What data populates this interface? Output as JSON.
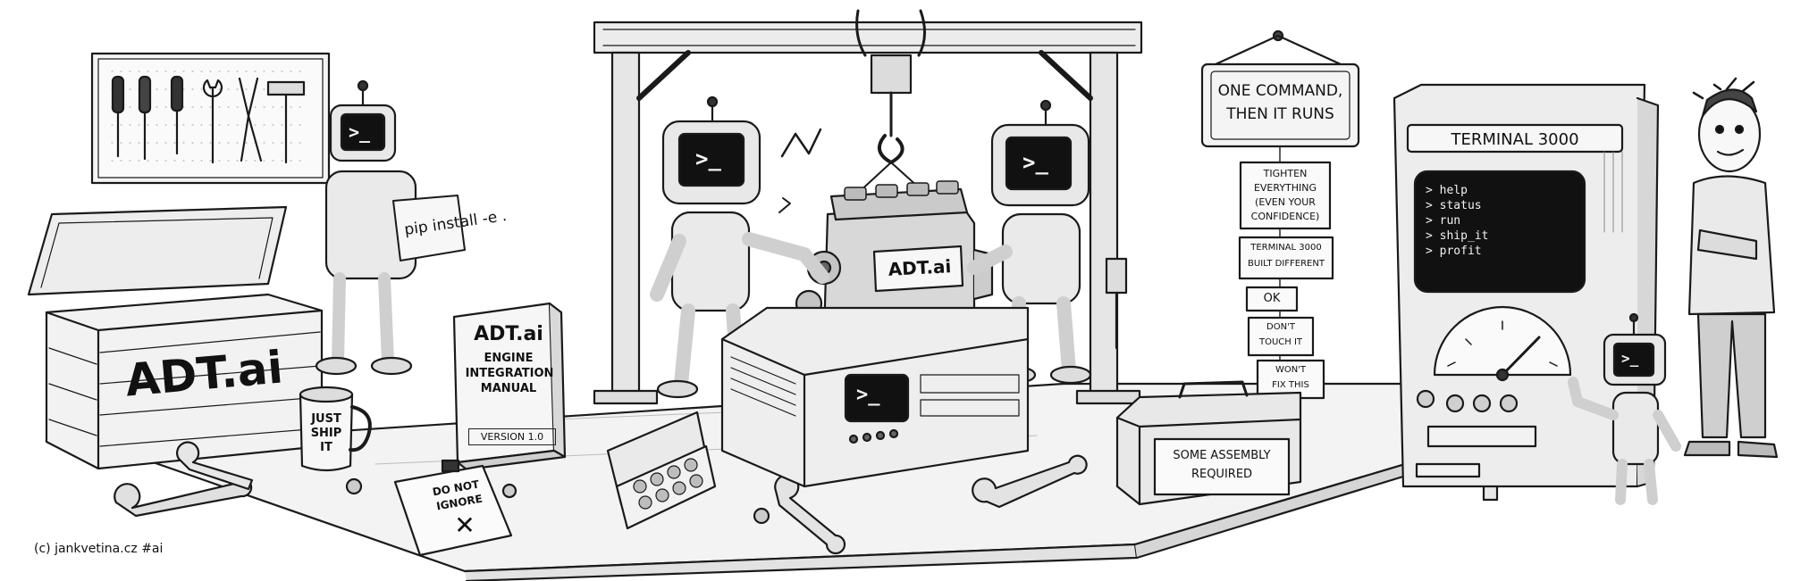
{
  "crate": {
    "label": "ADT.ai"
  },
  "robot_sign": {
    "text": "pip install -e ."
  },
  "manual": {
    "title": "ADT.ai",
    "subtitle_lines": [
      "ENGINE",
      "INTEGRATION",
      "MANUAL"
    ],
    "version": "VERSION 1.0"
  },
  "mug": {
    "lines": [
      "JUST",
      "SHIP",
      "IT"
    ]
  },
  "note": {
    "lines": [
      "DO NOT",
      "IGNORE"
    ],
    "mark": "✕"
  },
  "engine": {
    "label": "ADT.ai"
  },
  "robot_screen": {
    "prompt": ">_"
  },
  "hanging_sign": {
    "lines": [
      "ONE COMMAND,",
      "THEN IT RUNS"
    ]
  },
  "notes": [
    {
      "lines": [
        "TIGHTEN",
        "EVERYTHING",
        "(EVEN YOUR",
        "CONFIDENCE)"
      ]
    },
    {
      "lines": [
        "TERMINAL 3000",
        "BUILT DIFFERENT"
      ]
    },
    {
      "lines": [
        "OK"
      ]
    },
    {
      "lines": [
        "DON'T",
        "TOUCH IT"
      ]
    },
    {
      "lines": [
        "WON'T",
        "FIX THIS"
      ]
    }
  ],
  "toolbox": {
    "lines": [
      "SOME ASSEMBLY",
      "REQUIRED"
    ]
  },
  "terminal": {
    "title": "TERMINAL 3000",
    "lines": [
      "> help",
      "> status",
      "> run",
      "> ship_it",
      "> profit"
    ]
  },
  "credit": {
    "text": "(c) jankvetina.cz  #ai"
  }
}
